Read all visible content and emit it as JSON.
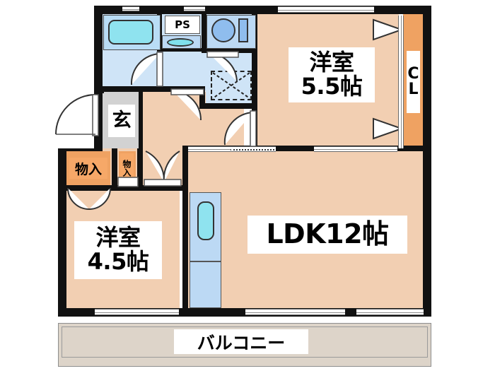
{
  "plan": {
    "type": "japanese-apartment-floor-plan",
    "layout_code": "2LDK"
  },
  "rooms": [
    {
      "id": "washitsu_55",
      "name": "洋室",
      "size": "5.5帖",
      "label": "洋室\n5.5帖",
      "floor_color": "#f2cfb2"
    },
    {
      "id": "washitsu_45",
      "name": "洋室",
      "size": "4.5帖",
      "label": "洋室\n4.5帖",
      "floor_color": "#f2cfb2"
    },
    {
      "id": "ldk",
      "name": "LDK",
      "size": "12帖",
      "label": "LDK12帖",
      "floor_color": "#f2cfb2"
    },
    {
      "id": "balcony",
      "name": "バルコニー",
      "label": "バルコニー",
      "floor_color": "#ddd4c9"
    },
    {
      "id": "genkan",
      "name": "玄",
      "label": "玄",
      "floor_color": "#d2d2d2"
    }
  ],
  "closets": {
    "cl": {
      "label_chars": [
        "C",
        "L"
      ],
      "label": "CL",
      "color": "#efa262"
    },
    "monoire_large": {
      "label": "物入",
      "color": "#f6a868"
    },
    "monoire_small": {
      "label": "物入",
      "color": "#f6a868"
    }
  },
  "fixtures": {
    "ps": {
      "label": "PS",
      "name": "pipe-shaft"
    },
    "bathtub": {
      "name": "bathtub",
      "color": "#8fe3ef"
    },
    "washbasin": {
      "name": "washbasin",
      "color": "#7fe0ec"
    },
    "toilet": {
      "name": "toilet",
      "color": "#8fbdee"
    },
    "washing_machine_space": {
      "name": "washing-machine-space"
    },
    "kitchen_sink": {
      "name": "kitchen-sink",
      "color": "#8fe3ef"
    }
  },
  "colors": {
    "wall": "#111111",
    "room_floor": "#f2cfb2",
    "wet_floor": "#cfe4f7",
    "wet_floor_alt": "#bcd9f4",
    "genkan_floor": "#d2d2d2",
    "closet_orange": "#efa262",
    "balcony_floor": "#ddd4c9",
    "background": "#ffffff"
  }
}
